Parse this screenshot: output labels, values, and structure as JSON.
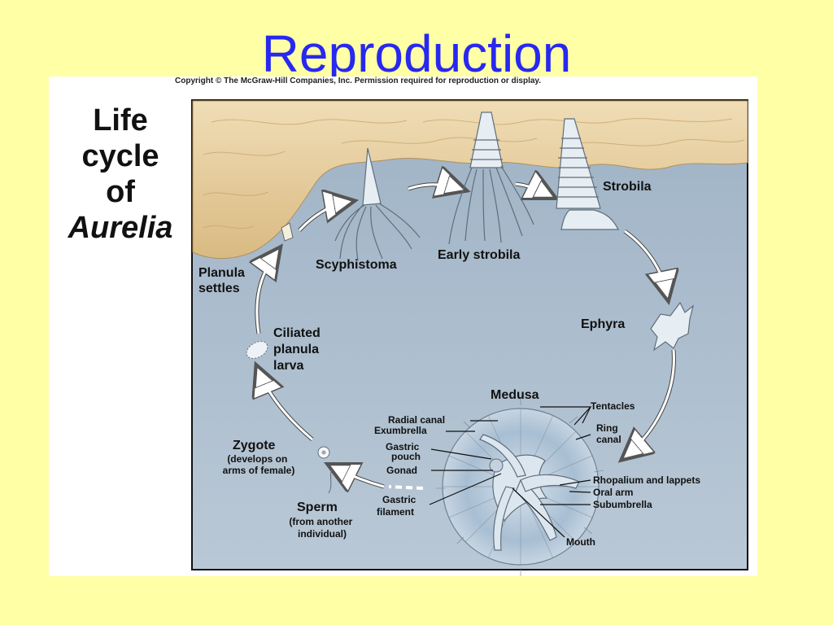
{
  "slide": {
    "title": "Reproduction"
  },
  "figure": {
    "copyright": "Copyright © The McGraw-Hill Companies, Inc. Permission required for reproduction or display.",
    "side_title": [
      "Life",
      "cycle",
      "of",
      "Aurelia"
    ]
  },
  "stages": {
    "planula_settles": [
      "Planula",
      "settles"
    ],
    "scyphistoma": "Scyphistoma",
    "early_strobila": "Early strobila",
    "strobila": "Strobila",
    "ephyra": "Ephyra",
    "medusa": "Medusa",
    "ciliated_planula_larva": [
      "Ciliated",
      "planula",
      "larva"
    ],
    "zygote": "Zygote",
    "zygote_note": [
      "(develops on",
      "arms of female)"
    ],
    "sperm": "Sperm",
    "sperm_note": [
      "(from another",
      "individual)"
    ]
  },
  "medusa_parts": {
    "radial_canal": "Radial canal",
    "exumbrella": "Exumbrella",
    "gastric_pouch": [
      "Gastric",
      "pouch"
    ],
    "gonad": "Gonad",
    "gastric_filament": [
      "Gastric",
      "filament"
    ],
    "tentacles": "Tentacles",
    "ring_canal": [
      "Ring",
      "canal"
    ],
    "rhopalium_and_lappets": "Rhopalium and lappets",
    "oral_arm": "Oral arm",
    "subumbrella": "Subumbrella",
    "mouth": "Mouth"
  },
  "colors": {
    "background": "#FFFFA6",
    "title": "#2828F0",
    "water": "#A9BBCC",
    "rock": "#E8CFA0"
  }
}
